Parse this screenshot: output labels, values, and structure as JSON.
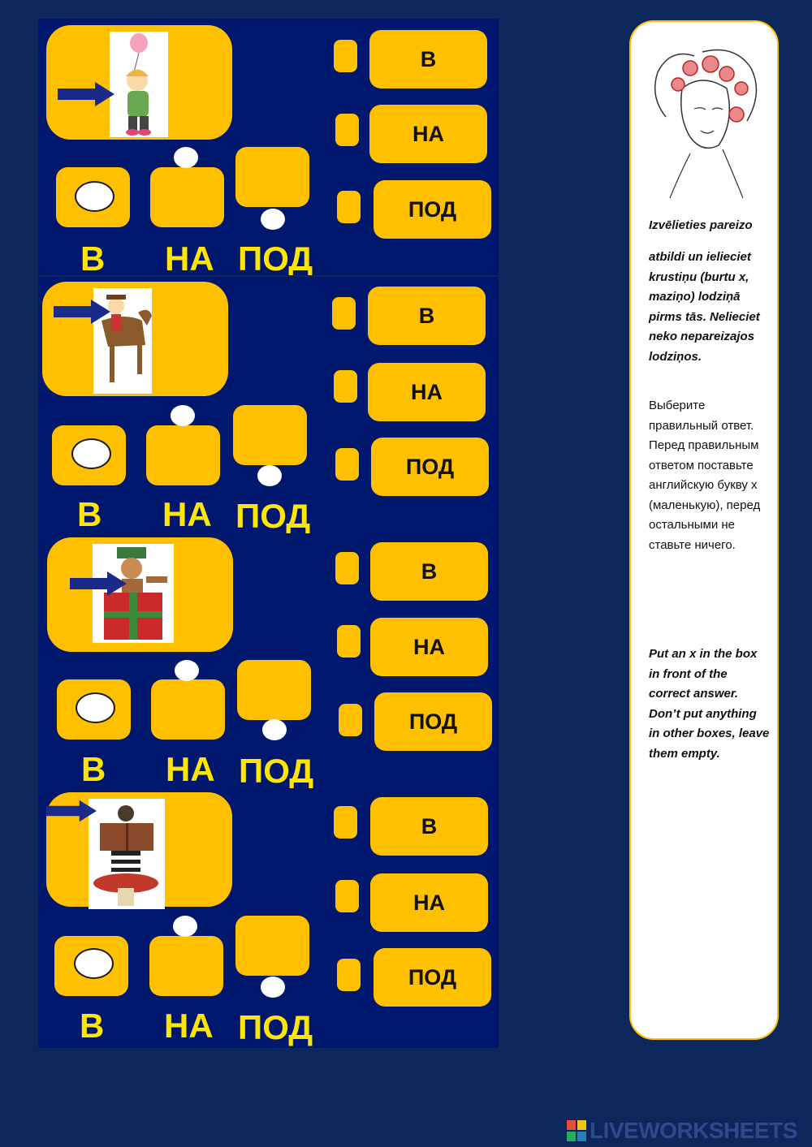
{
  "panels": [
    {
      "scene": "girl-with-balloon",
      "cube_words": [
        "В",
        "НА",
        "ПОД"
      ],
      "options": [
        "В",
        "НА",
        "ПОД"
      ]
    },
    {
      "scene": "cowboy-on-horse",
      "cube_words": [
        "В",
        "НА",
        "ПОД"
      ],
      "options": [
        "В",
        "НА",
        "ПОД"
      ]
    },
    {
      "scene": "boy-in-gift-box",
      "cube_words": [
        "В",
        "НА",
        "ПОД"
      ],
      "options": [
        "В",
        "НА",
        "ПОД"
      ]
    },
    {
      "scene": "girl-reading-on-mushroom",
      "cube_words": [
        "В",
        "НА",
        "ПОД"
      ],
      "options": [
        "В",
        "НА",
        "ПОД"
      ]
    }
  ],
  "sidebar": {
    "latvian_line1": "Izvēlieties pareizo",
    "latvian_rest": "atbildi un ielieciet krustiņu (burtu x, maziņo) lodziņā pirms tās. Nelieciet neko nepareizajos lodziņos.",
    "russian": "Выберите правильный ответ. Перед правильным ответом поставьте английскую букву x (маленькую), перед остальными не ставьте ничего.",
    "english": "Put an x in the box in front of the correct answer. Don’t put anything in other boxes, leave them empty."
  },
  "footer": {
    "brand": "LIVEWORKSHEETS"
  },
  "colors": {
    "background": "#0b275b",
    "panel": "#00176e",
    "accent": "#ffc000",
    "cube_label": "#ffe600"
  }
}
